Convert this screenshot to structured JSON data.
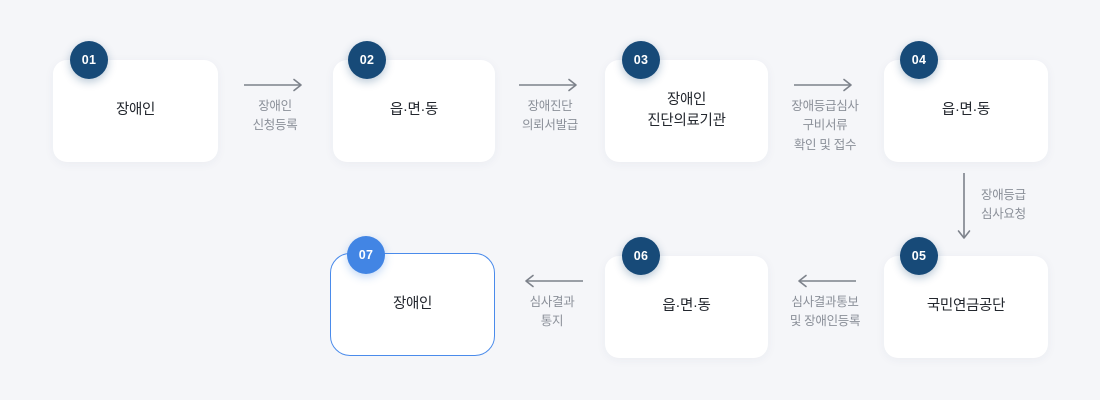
{
  "diagram": {
    "title_hidden": "",
    "colors": {
      "background": "#f5f6f9",
      "card": "#ffffff",
      "badge_dark": "#174a78",
      "badge_light": "#4285e4",
      "highlight_border": "#4a8beb",
      "arrow": "#7d828b",
      "label_text": "#8b9099",
      "card_text": "#23272e"
    },
    "steps": [
      {
        "number": "01",
        "label": "장애인",
        "badge_style": "dark",
        "highlight": false
      },
      {
        "number": "02",
        "label": "읍·면·동",
        "badge_style": "dark",
        "highlight": false
      },
      {
        "number": "03",
        "label": "장애인\n진단의료기관",
        "badge_style": "dark",
        "highlight": false
      },
      {
        "number": "04",
        "label": "읍·면·동",
        "badge_style": "dark",
        "highlight": false
      },
      {
        "number": "05",
        "label": "국민연금공단",
        "badge_style": "dark",
        "highlight": false
      },
      {
        "number": "06",
        "label": "읍·면·동",
        "badge_style": "dark",
        "highlight": false
      },
      {
        "number": "07",
        "label": "장애인",
        "badge_style": "light",
        "highlight": true
      }
    ],
    "connectors": [
      {
        "id": "c1",
        "from": "01",
        "to": "02",
        "direction": "right",
        "label": "장애인\n신청등록"
      },
      {
        "id": "c2",
        "from": "02",
        "to": "03",
        "direction": "right",
        "label": "장애진단\n의뢰서발급"
      },
      {
        "id": "c3",
        "from": "03",
        "to": "04",
        "direction": "right",
        "label": "장애등급심사\n구비서류\n확인 및 접수"
      },
      {
        "id": "c4",
        "from": "04",
        "to": "05",
        "direction": "down",
        "label": "장애등급\n심사요청"
      },
      {
        "id": "c5",
        "from": "05",
        "to": "06",
        "direction": "left",
        "label": "심사결과통보\n및 장애인등록"
      },
      {
        "id": "c6",
        "from": "06",
        "to": "07",
        "direction": "left",
        "label": "심사결과\n통지"
      }
    ]
  }
}
